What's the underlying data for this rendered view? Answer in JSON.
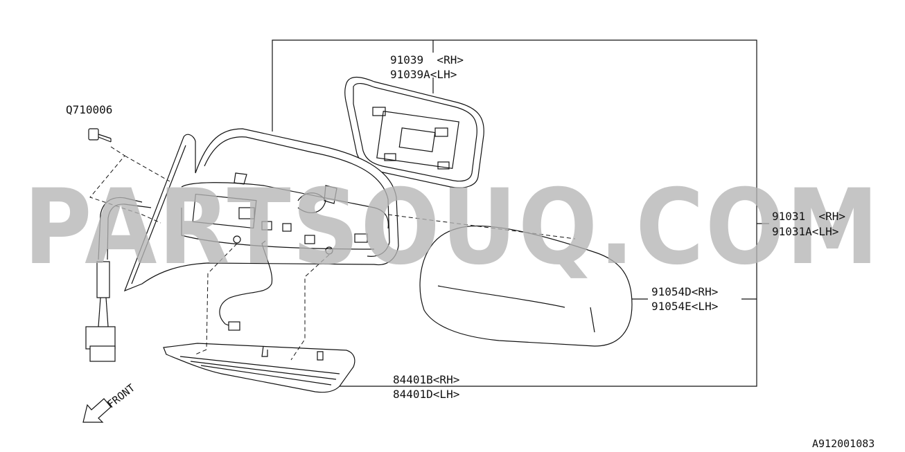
{
  "parts": [
    {
      "id": "screw",
      "callout": "Q710006"
    },
    {
      "id": "mirror-glass",
      "callout": [
        "91039  <RH>",
        "91039A<LH>"
      ]
    },
    {
      "id": "mirror-assembly",
      "callout": [
        "91031  <RH>",
        "91031A<LH>"
      ]
    },
    {
      "id": "mirror-cover",
      "callout": [
        "91054D<RH>",
        "91054E<LH>"
      ]
    },
    {
      "id": "turn-signal-lamp",
      "callout": [
        "84401B<RH>",
        "84401D<LH>"
      ]
    }
  ],
  "direction_label": "FRONT",
  "watermark": "PARTSOUQ.COM",
  "diagram_code": "A912001083"
}
